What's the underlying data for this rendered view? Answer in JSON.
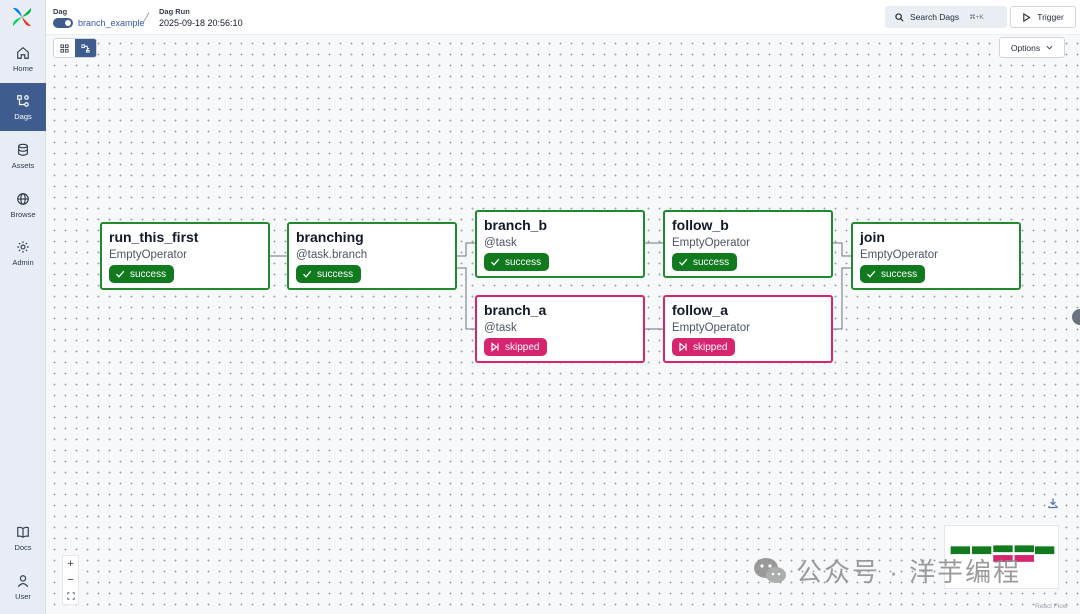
{
  "header": {
    "dag_label": "Dag",
    "dag_name": "branch_example",
    "run_label": "Dag Run",
    "run_value": "2025-09-18 20:56:10",
    "search_label": "Search Dags",
    "search_shortcut": "⌘+K",
    "trigger_label": "Trigger"
  },
  "sidebar": {
    "items": [
      {
        "label": "Home",
        "icon": "home-icon"
      },
      {
        "label": "Dags",
        "icon": "dags-icon"
      },
      {
        "label": "Assets",
        "icon": "database-icon"
      },
      {
        "label": "Browse",
        "icon": "globe-icon"
      },
      {
        "label": "Admin",
        "icon": "gear-icon"
      },
      {
        "label": "Docs",
        "icon": "book-icon"
      },
      {
        "label": "User",
        "icon": "user-icon"
      }
    ],
    "active": "Dags"
  },
  "toolbar": {
    "options_label": "Options"
  },
  "graph": {
    "nodes": [
      {
        "id": "run_this_first",
        "name": "run_this_first",
        "operator": "EmptyOperator",
        "state": "success"
      },
      {
        "id": "branching",
        "name": "branching",
        "operator": "@task.branch",
        "state": "success"
      },
      {
        "id": "branch_b",
        "name": "branch_b",
        "operator": "@task",
        "state": "success"
      },
      {
        "id": "follow_b",
        "name": "follow_b",
        "operator": "EmptyOperator",
        "state": "success"
      },
      {
        "id": "join",
        "name": "join",
        "operator": "EmptyOperator",
        "state": "success"
      },
      {
        "id": "branch_a",
        "name": "branch_a",
        "operator": "@task",
        "state": "skipped"
      },
      {
        "id": "follow_a",
        "name": "follow_a",
        "operator": "EmptyOperator",
        "state": "skipped"
      }
    ]
  },
  "colors": {
    "success": "#117a1f",
    "success_border": "#1f8a2e",
    "skipped": "#d6246e",
    "accent": "#3f5c8f"
  },
  "footer": {
    "react_flow_label": "React Flow",
    "watermark_text": "公众号 · 洋芋编程"
  }
}
